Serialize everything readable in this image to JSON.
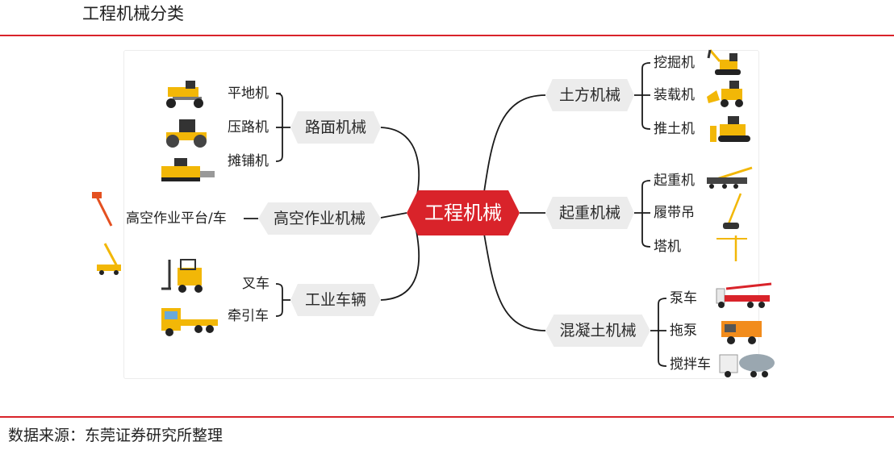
{
  "title": "工程机械分类",
  "source": "数据来源：东莞证券研究所整理",
  "center": "工程机械",
  "branches": {
    "road": {
      "label": "路面机械",
      "items": [
        "平地机",
        "压路机",
        "摊铺机"
      ]
    },
    "aerial": {
      "label": "高空作业机械",
      "items": [
        "高空作业平台/车"
      ]
    },
    "industrial": {
      "label": "工业车辆",
      "items": [
        "叉车",
        "牵引车"
      ]
    },
    "earth": {
      "label": "土方机械",
      "items": [
        "挖掘机",
        "装载机",
        "推土机"
      ]
    },
    "lifting": {
      "label": "起重机械",
      "items": [
        "起重机",
        "履带吊",
        "塔机"
      ]
    },
    "concrete": {
      "label": "混凝土机械",
      "items": [
        "泵车",
        "拖泵",
        "搅拌车"
      ]
    }
  },
  "colors": {
    "accent": "#d9232a",
    "node_fill": "#ececec",
    "machine_yellow": "#f2b707"
  }
}
